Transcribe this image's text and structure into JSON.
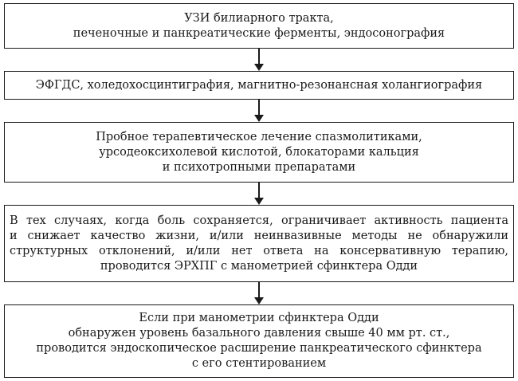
{
  "flowchart": {
    "steps": [
      {
        "lines": [
          "УЗИ билиарного тракта,",
          "печеночные и панкреатические ферменты, эндосонография"
        ]
      },
      {
        "lines": [
          "ЭФГДС, холедохосцинтиграфия, магнитно-резонансная холангиография"
        ]
      },
      {
        "lines": [
          "Пробное терапевтическое лечение спазмолитиками,",
          "урсодеоксихолевой кислотой, блокаторами кальция",
          "и психотропными препаратами"
        ]
      },
      {
        "lines": [
          "В тех случаях, когда боль сохраняется, ограничивает активность пациента",
          "и снижает качество жизни, и/или неинвазивные методы не обнаружили",
          "структурных отклонений, и/или нет ответа на консервативную терапию,",
          "проводится ЭРХПГ с манометрией сфинктера Одди"
        ]
      },
      {
        "lines": [
          "Если при манометрии сфинктера Одди",
          "обнаружен уровень базального давления свыше 40 мм рт. ст.,",
          "проводится эндоскопическое расширение панкреатического сфинктера",
          "с его стентированием"
        ]
      }
    ]
  }
}
